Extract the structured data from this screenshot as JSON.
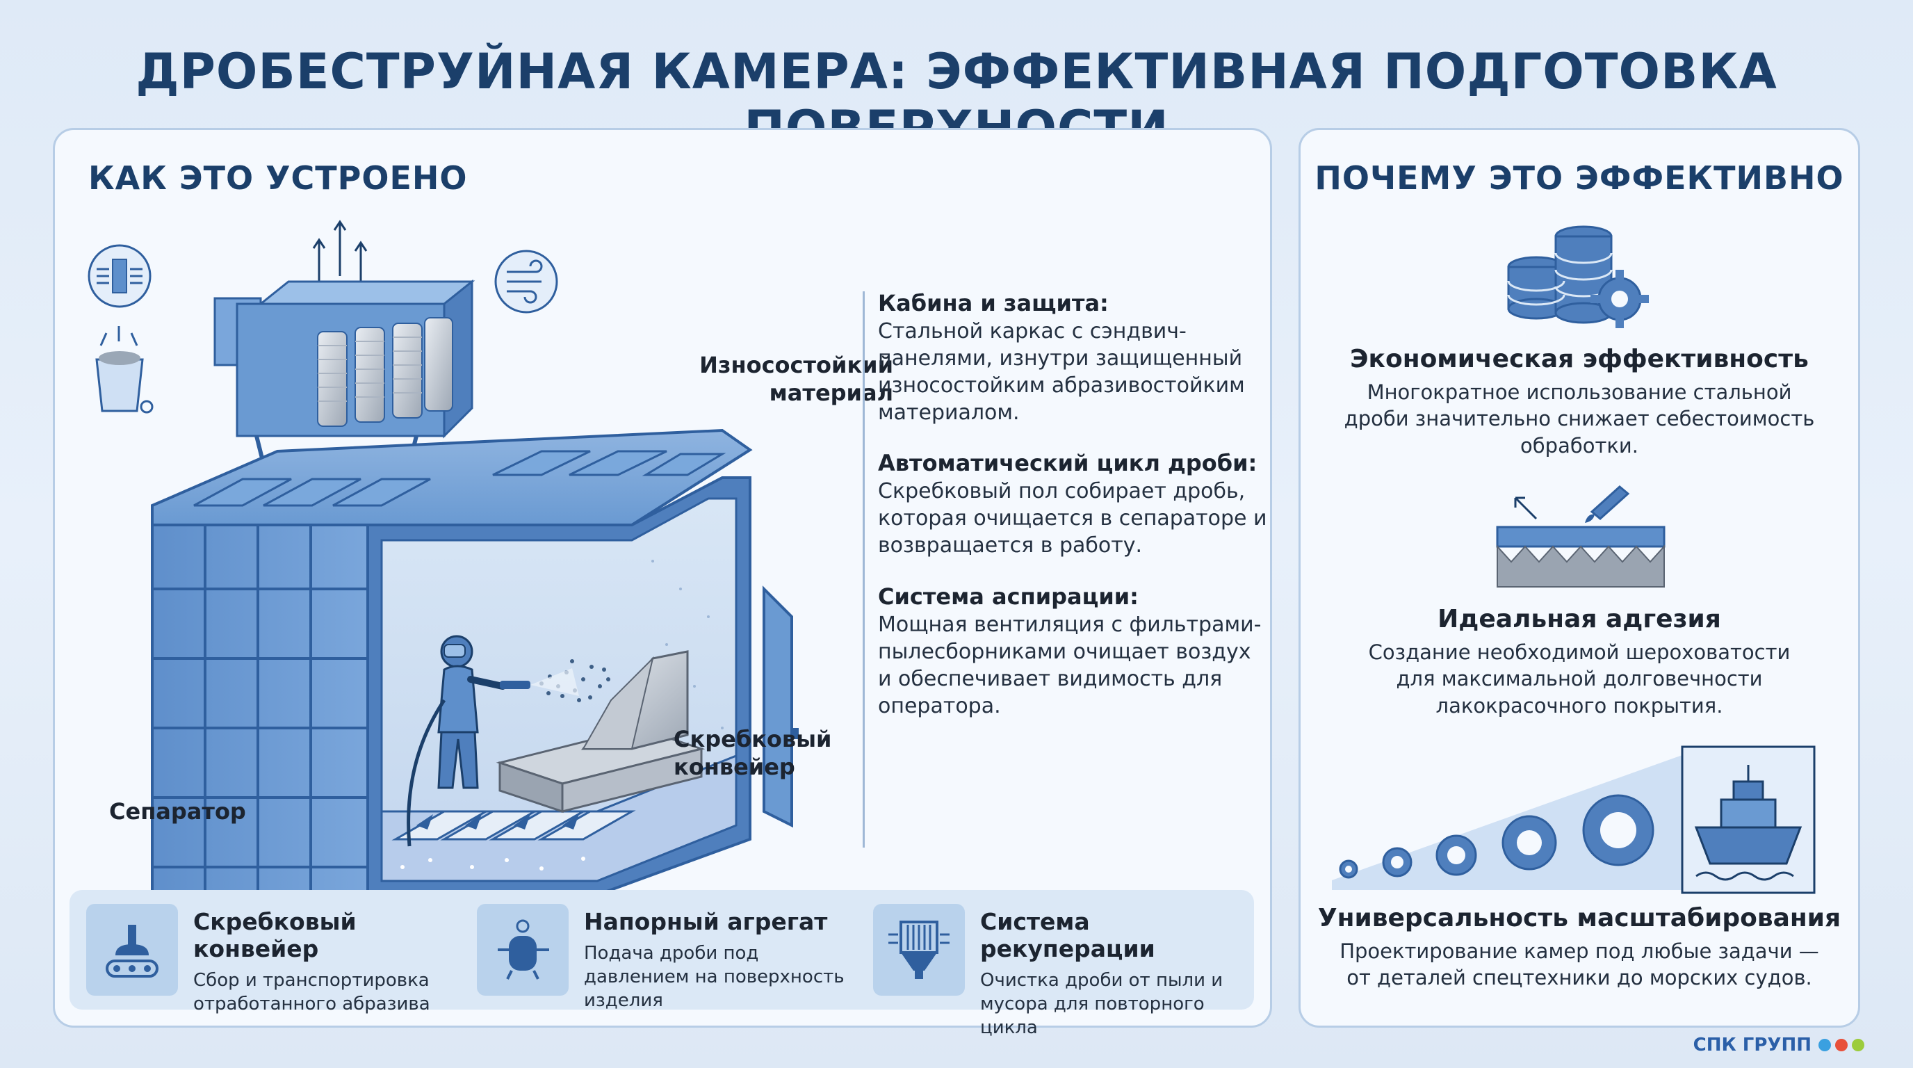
{
  "title": "ДРОБЕСТРУЙНАЯ КАМЕРА: ЭФФЕКТИВНАЯ ПОДГОТОВКА ПОВЕРХНОСТИ",
  "left_panel": {
    "heading": "КАК ЭТО УСТРОЕНО",
    "labels": {
      "wear_material": "Износостойкий\nматериал",
      "scraper": "Скребковый\nконвейер",
      "separator": "Сепаратор"
    },
    "descriptions": [
      {
        "title": "Кабина и защита:",
        "text": "Стальной каркас с сэндвич-панелями, изнутри защищенный износостойким абразивостойким материалом."
      },
      {
        "title": "Автоматический цикл дроби:",
        "text": "Скребковый пол собирает дробь, которая очищается в сепараторе и возвращается в работу."
      },
      {
        "title": "Система аспирации:",
        "text": "Мощная вентиляция с фильтрами-пылесборниками очищает воздух и обеспечивает видимость для оператора."
      }
    ],
    "cards": [
      {
        "title": "Скребковый конвейер",
        "text": "Сбор и транспортировка отработанного абразива",
        "icon": "scraper-icon"
      },
      {
        "title": "Напорный агрегат",
        "text": "Подача дроби под давлением на поверхность изделия",
        "icon": "pressure-tank-icon"
      },
      {
        "title": "Система рекуперации",
        "text": "Очистка дроби от пыли и мусора для повторного цикла",
        "icon": "recovery-filter-icon"
      }
    ]
  },
  "right_panel": {
    "heading": "ПОЧЕМУ ЭТО ЭФФЕКТИВНО",
    "benefits": [
      {
        "title": "Экономическая эффективность",
        "text": "Многократное использование стальной дроби значительно снижает себестоимость обработки.",
        "icon": "coins-gear-icon"
      },
      {
        "title": "Идеальная адгезия",
        "text": "Создание необходимой шероховатости для максимальной долговечности лакокрасочного покрытия.",
        "icon": "surface-profile-icon"
      },
      {
        "title": "Универсальность масштабирования",
        "text": "Проектирование камер под любые задачи — от деталей спецтехники до морских судов.",
        "icon": "scaling-gears-ship-icon"
      }
    ]
  },
  "brand": {
    "name": "СПК ГРУПП",
    "dot_colors": [
      "#3aa0e0",
      "#e8503a",
      "#9ccc3c"
    ]
  },
  "colors": {
    "accent": "#1b3f6a",
    "chamber": "#5e8fcb",
    "chamber_dark": "#2f5f9e",
    "panel_border": "#b7cde6"
  }
}
